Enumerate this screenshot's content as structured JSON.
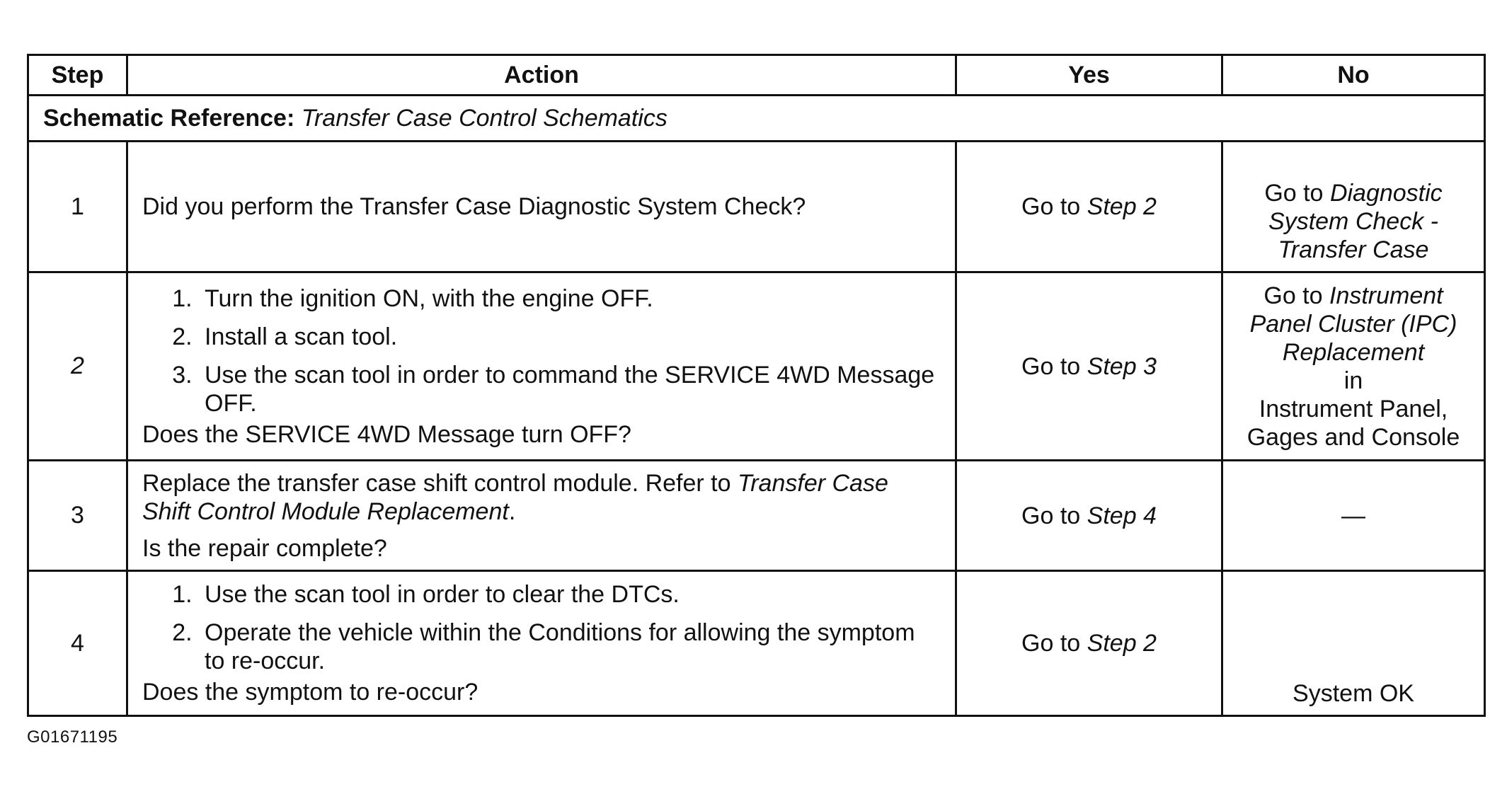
{
  "headers": {
    "step": "Step",
    "action": "Action",
    "yes": "Yes",
    "no": "No"
  },
  "schematic_reference": {
    "label": "Schematic Reference:",
    "value": "Transfer Case Control Schematics"
  },
  "steps": [
    {
      "step": "1",
      "question": "Did you perform the Transfer Case Diagnostic System Check?",
      "yes": {
        "prefix": "Go to",
        "target": "Step 2"
      },
      "no": {
        "prefix": "Go to",
        "target_line1": "Diagnostic",
        "target_line2": "System Check -",
        "target_line3": "Transfer Case"
      }
    },
    {
      "step": "2",
      "actions": [
        "Turn the ignition ON, with the engine OFF.",
        "Install a scan tool.",
        "Use the scan tool in order to command the SERVICE 4WD Message OFF."
      ],
      "question": "Does the SERVICE 4WD Message turn OFF?",
      "yes": {
        "prefix": "Go to",
        "target": "Step 3"
      },
      "no": {
        "prefix": "Go to",
        "target_line1": "Instrument",
        "target_line2": "Panel Cluster (IPC)",
        "target_line3": "Replacement",
        "connector": "in",
        "section_line1": "Instrument Panel,",
        "section_line2": "Gages and Console"
      }
    },
    {
      "step": "3",
      "text": "Replace the transfer case shift control module. Refer to",
      "reference": "Transfer Case Shift Control Module Replacement",
      "period": ".",
      "question": "Is the repair complete?",
      "yes": {
        "prefix": "Go to",
        "target": "Step 4"
      },
      "no": "—"
    },
    {
      "step": "4",
      "actions": [
        "Use the scan tool in order to clear the DTCs.",
        "Operate the vehicle within the Conditions for allowing the symptom to re-occur."
      ],
      "question": "Does the symptom to re-occur?",
      "yes": {
        "prefix": "Go to",
        "target": "Step 2"
      },
      "no": "System OK"
    }
  ],
  "figure_id": "G01671195"
}
